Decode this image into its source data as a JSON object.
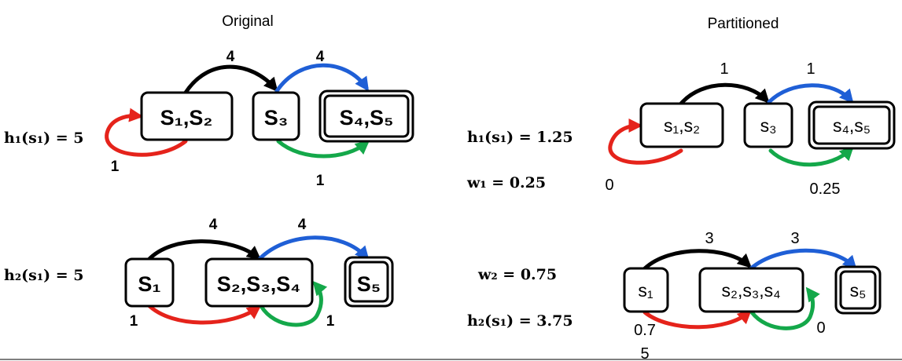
{
  "headers": {
    "original": "Original",
    "partitioned": "Partitioned"
  },
  "colors": {
    "black": "#000000",
    "blue": "#1f5fd6",
    "green": "#14a84a",
    "red": "#e5231b"
  },
  "original": {
    "h1": "h₁(s₁) = 5",
    "h2": "h₂(s₁) = 5",
    "graph1": {
      "nodes": [
        "S₁,S₂",
        "S₃",
        "S₄,S₅"
      ],
      "edge_labels": {
        "black": "4",
        "blue": "4",
        "green": "1",
        "red": "1"
      }
    },
    "graph2": {
      "nodes": [
        "S₁",
        "S₂,S₃,S₄",
        "S₅"
      ],
      "edge_labels": {
        "black": "4",
        "blue": "4",
        "red": "1",
        "green": "1"
      }
    }
  },
  "partitioned": {
    "h1": "h₁(s₁) = 1.25",
    "w1": "w₁  =  0.25",
    "w2": "w₂  =  0.75",
    "h2": "h₂(s₁) = 3.75",
    "graph1": {
      "nodes": [
        "s₁,s₂",
        "s₃",
        "s₄,s₅"
      ],
      "edge_labels": {
        "black": "1",
        "blue": "1",
        "red": "0",
        "green": "0.25"
      }
    },
    "graph2": {
      "nodes": [
        "s₁",
        "s₂,s₃,s₄",
        "s₅"
      ],
      "edge_labels": {
        "black": "3",
        "blue": "3",
        "red_line1": "0.7",
        "red_line2": "5",
        "green": "0"
      }
    }
  }
}
